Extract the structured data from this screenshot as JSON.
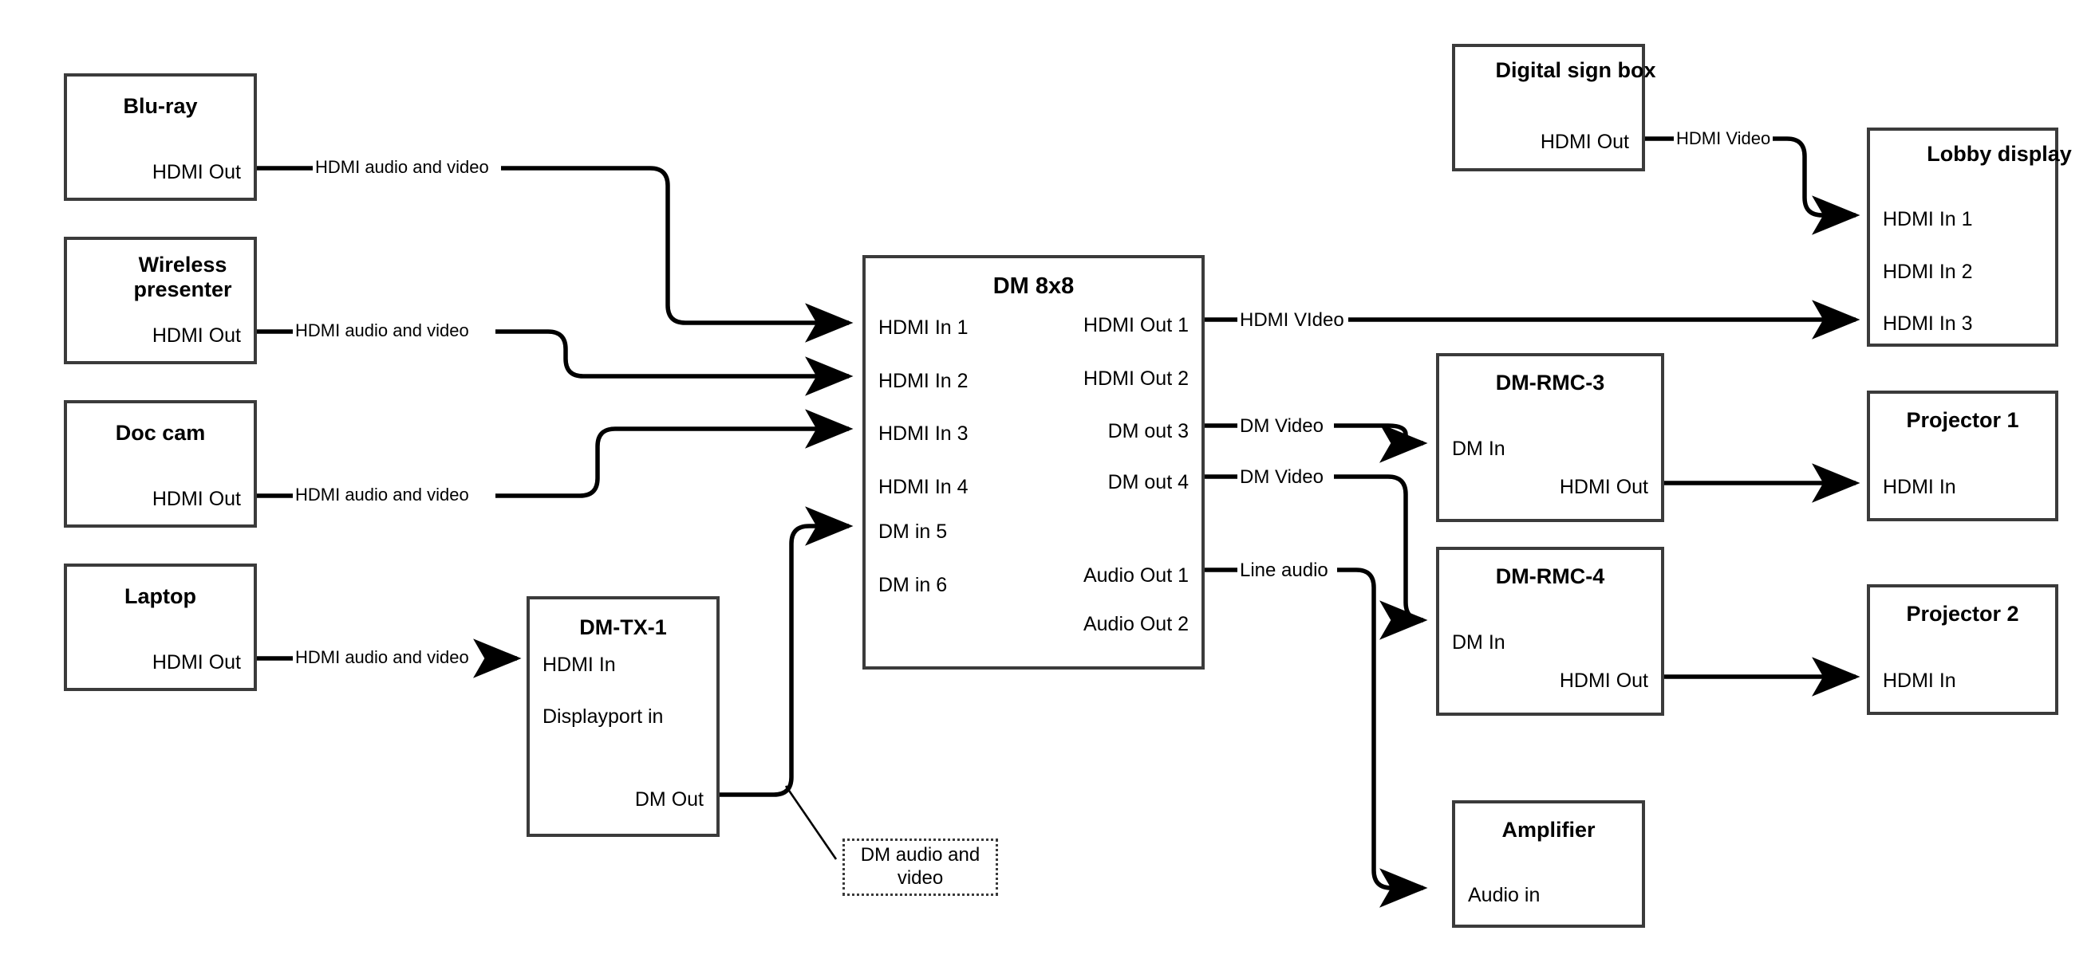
{
  "diagram": {
    "title": "AV Signal Flow Diagram",
    "line_color": "#000000",
    "box_border_color": "#3b3b3b",
    "background": "#ffffff"
  },
  "nodes": {
    "bluray": {
      "title": "Blu-ray",
      "port_out": "HDMI Out"
    },
    "wireless": {
      "title": "Wireless presenter",
      "port_out": "HDMI Out"
    },
    "doccam": {
      "title": "Doc cam",
      "port_out": "HDMI Out"
    },
    "laptop": {
      "title": "Laptop",
      "port_out": "HDMI Out"
    },
    "dmtx1": {
      "title": "DM-TX-1",
      "port_in_hdmi": "HDMI In",
      "port_in_dp": "Displayport in",
      "port_out": "DM Out"
    },
    "dm8x8": {
      "title": "DM 8x8",
      "inputs": [
        "HDMI In 1",
        "HDMI In 2",
        "HDMI In 3",
        "HDMI In 4",
        "DM in 5",
        "DM in 6"
      ],
      "outputs": [
        "HDMI Out 1",
        "HDMI Out 2",
        "DM out 3",
        "DM out 4",
        "Audio Out 1",
        "Audio Out 2"
      ]
    },
    "digitalsign": {
      "title": "Digital sign box",
      "port_out": "HDMI Out"
    },
    "lobby": {
      "title": "Lobby display",
      "inputs": [
        "HDMI In 1",
        "HDMI In 2",
        "HDMI In 3"
      ]
    },
    "rmc3": {
      "title": "DM-RMC-3",
      "port_in": "DM In",
      "port_out": "HDMI Out"
    },
    "rmc4": {
      "title": "DM-RMC-4",
      "port_in": "DM In",
      "port_out": "HDMI Out"
    },
    "proj1": {
      "title": "Projector 1",
      "port_in": "HDMI In"
    },
    "proj2": {
      "title": "Projector 2",
      "port_in": "HDMI In"
    },
    "amplifier": {
      "title": "Amplifier",
      "port_in": "Audio in"
    }
  },
  "wire_labels": {
    "bluray_to_dm": "HDMI audio and video",
    "wireless_to_dm": "HDMI audio and video",
    "doccam_to_dm": "HDMI audio and video",
    "laptop_to_tx": "HDMI audio and video",
    "sign_to_lobby": "HDMI Video",
    "hdmiout1": "HDMI VIdeo",
    "dmout3": "DM Video",
    "dmout4": "DM Video",
    "audioout1": "Line audio"
  },
  "annotations": {
    "dm_audio_video": "DM audio and video"
  },
  "connections": [
    {
      "from": "bluray.HDMI Out",
      "to": "dm8x8.HDMI In 1",
      "label": "HDMI audio and video"
    },
    {
      "from": "wireless.HDMI Out",
      "to": "dm8x8.HDMI In 2",
      "label": "HDMI audio and video"
    },
    {
      "from": "doccam.HDMI Out",
      "to": "dm8x8.HDMI In 3",
      "label": "HDMI audio and video"
    },
    {
      "from": "laptop.HDMI Out",
      "to": "dmtx1.HDMI In",
      "label": "HDMI audio and video"
    },
    {
      "from": "dmtx1.DM Out",
      "to": "dm8x8.DM in 5",
      "label": "DM audio and video"
    },
    {
      "from": "dm8x8.HDMI Out 1",
      "to": "lobby.HDMI In 3",
      "label": "HDMI VIdeo"
    },
    {
      "from": "dm8x8.DM out 3",
      "to": "rmc3.DM In",
      "label": "DM Video"
    },
    {
      "from": "dm8x8.DM out 4",
      "to": "rmc4.DM In",
      "label": "DM Video"
    },
    {
      "from": "dm8x8.Audio Out 1",
      "to": "amplifier.Audio in",
      "label": "Line audio"
    },
    {
      "from": "digitalsign.HDMI Out",
      "to": "lobby.HDMI In 1",
      "label": "HDMI Video"
    },
    {
      "from": "rmc3.HDMI Out",
      "to": "proj1.HDMI In",
      "label": ""
    },
    {
      "from": "rmc4.HDMI Out",
      "to": "proj2.HDMI In",
      "label": ""
    }
  ]
}
